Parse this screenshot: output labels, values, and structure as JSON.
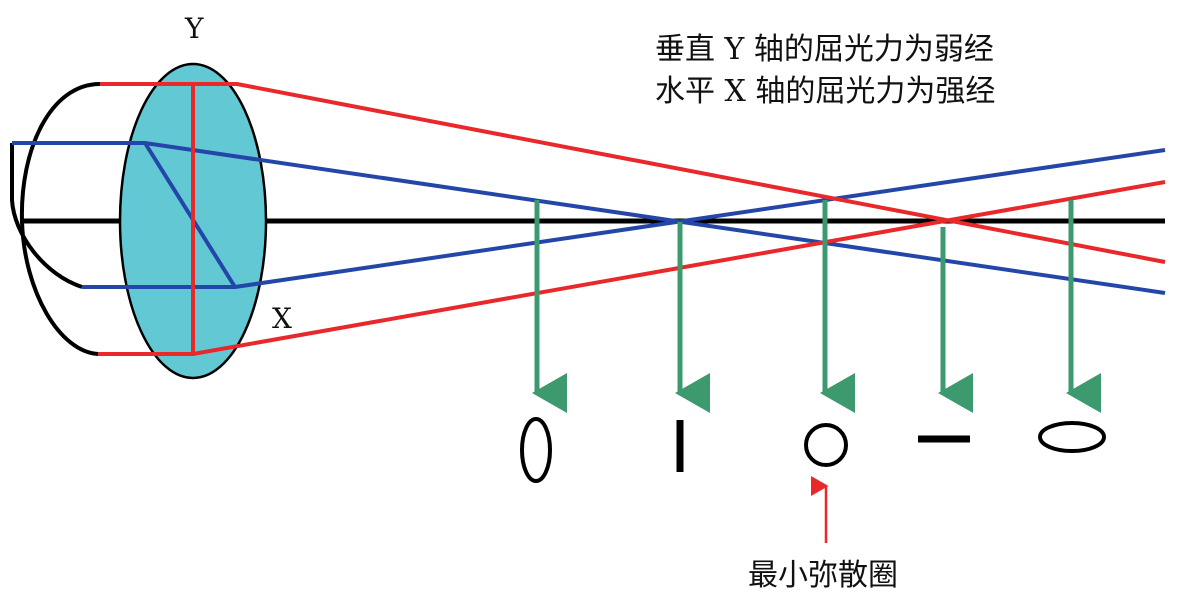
{
  "axis_y_label": "Y",
  "axis_x_label": "X",
  "caption_lines": [
    "垂直 Y 轴的屈光力为弱经",
    "水平 X 轴的屈光力为强经"
  ],
  "circle_label": "最小弥散圈",
  "colors": {
    "lens_fill": "#62c9d4",
    "vertical_rays": "#e8282a",
    "horizontal_rays": "#2446a8",
    "projection_arrows": "#3d9a6e",
    "pointer_arrow": "#e8282a",
    "outline": "#000000"
  }
}
